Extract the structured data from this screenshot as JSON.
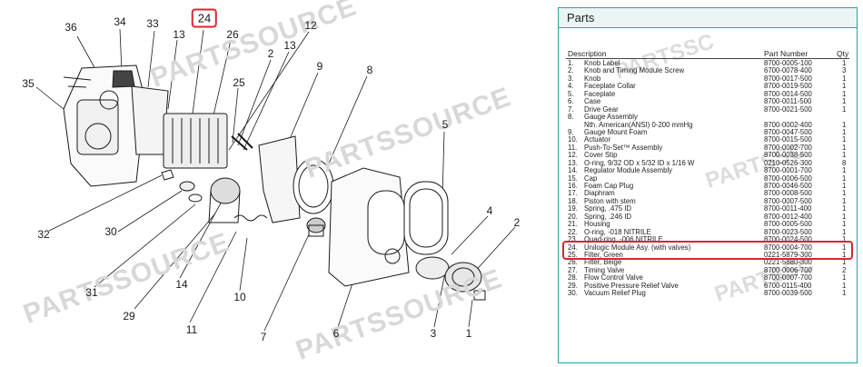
{
  "diagram": {
    "callouts": [
      "36",
      "34",
      "33",
      "24",
      "13",
      "26",
      "12",
      "2",
      "13",
      "25",
      "9",
      "8",
      "35",
      "5",
      "32",
      "30",
      "4",
      "2",
      "31",
      "14",
      "29",
      "10",
      "3",
      "1",
      "11",
      "7",
      "6"
    ],
    "watermarks": [
      "PARTSSOURCE",
      "PARTSSOURCE",
      "PARTSSOURCE",
      "PARTSSOURCE"
    ]
  },
  "parts": {
    "title": "Parts",
    "headers": {
      "description": "Description",
      "part_number": "Part Number",
      "qty": "Qty"
    },
    "rows": [
      {
        "num": "1.",
        "desc": "Knob Label",
        "pn": "8700-0005-100",
        "qty": "1"
      },
      {
        "num": "2.",
        "desc": "Knob and Timing Module Screw",
        "pn": "6700-0078-400",
        "qty": "3"
      },
      {
        "num": "3.",
        "desc": "Knob",
        "pn": "8700-0017-500",
        "qty": "1"
      },
      {
        "num": "4.",
        "desc": "Faceplate Collar",
        "pn": "8700-0019-500",
        "qty": "1"
      },
      {
        "num": "5.",
        "desc": "Faceplate",
        "pn": "8700-0014-500",
        "qty": "1"
      },
      {
        "num": "6.",
        "desc": "Case",
        "pn": "8700-0011-500",
        "qty": "1"
      },
      {
        "num": "7.",
        "desc": "Drive Gear",
        "pn": "8700-0021-500",
        "qty": "1"
      },
      {
        "num": "8.",
        "desc": "Gauge Assembly",
        "desc2": "Nth. American(ANSI)  0-200 mmHg",
        "pn": "8700-0002-400",
        "qty": "1"
      },
      {
        "num": "9.",
        "desc": "Gauge Mount Foam",
        "pn": "8700-0047-500",
        "qty": "1"
      },
      {
        "num": "10.",
        "desc": "Actuator",
        "pn": "8700-0015-500",
        "qty": "1"
      },
      {
        "num": "11.",
        "desc": "Push-To-Set™ Assembly",
        "pn": "8700-0002-700",
        "qty": "1"
      },
      {
        "num": "12.",
        "desc": "Cover Stip",
        "pn": "8700-0038-500",
        "qty": "1"
      },
      {
        "num": "13.",
        "desc": "O-ring, 9/32 OD x 5/32 ID x 1/16 W",
        "pn": "0210-0526-300",
        "qty": "8"
      },
      {
        "num": "14.",
        "desc": "Regulator Module Assembly",
        "pn": "8700-0001-700",
        "qty": "1"
      },
      {
        "num": "15.",
        "desc": "Cap",
        "pn": "8700-0006-500",
        "qty": "1"
      },
      {
        "num": "16.",
        "desc": "Foam Cap Plug",
        "pn": "8700-0046-500",
        "qty": "1"
      },
      {
        "num": "17.",
        "desc": "Diaphram",
        "pn": "8700-0008-500",
        "qty": "1"
      },
      {
        "num": "18.",
        "desc": "Piston with stem",
        "pn": "8700-0007-500",
        "qty": "1"
      },
      {
        "num": "19.",
        "desc": "Spring, .475 ID",
        "pn": "8700-0011-400",
        "qty": "1"
      },
      {
        "num": "20.",
        "desc": "Spring, .246 ID",
        "pn": "8700-0012-400",
        "qty": "1"
      },
      {
        "num": "21.",
        "desc": "Housing",
        "pn": "8700-0005-500",
        "qty": "1"
      },
      {
        "num": "22.",
        "desc": "O-ring, -018 NITRILE",
        "pn": "8700-0023-500",
        "qty": "1"
      },
      {
        "num": "23.",
        "desc": "Quad-ring, -006 NITRILE",
        "pn": "8700-0024-500",
        "qty": "1"
      },
      {
        "num": "24.",
        "desc": "Unilogic Module Asy. (with valves)",
        "pn": "8700-0004-700",
        "qty": "1"
      },
      {
        "num": "25.",
        "desc": "Filter, Green",
        "pn": "0221-5879-300",
        "qty": "1"
      },
      {
        "num": "26.",
        "desc": "Filter, Beige",
        "pn": "0221-5880-300",
        "qty": "1"
      },
      {
        "num": "27.",
        "desc": "Timing Valve",
        "pn": "8700-0006-700",
        "qty": "2"
      },
      {
        "num": "28.",
        "desc": "Flow Control Valve",
        "pn": "8700-0007-700",
        "qty": "1"
      },
      {
        "num": "29.",
        "desc": "Positive Pressure Relief Valve",
        "pn": "6700-0115-400",
        "qty": "1"
      },
      {
        "num": "30.",
        "desc": "Vacuum Relief Plug",
        "pn": "8700-0039-500",
        "qty": "1"
      }
    ],
    "watermarks": [
      "PARTSSC",
      "PARTSSC",
      "PARTSSC"
    ]
  },
  "colors": {
    "highlight": "#d9262e",
    "panel_border": "#29a3a0",
    "watermark": "#d8d8d8"
  }
}
